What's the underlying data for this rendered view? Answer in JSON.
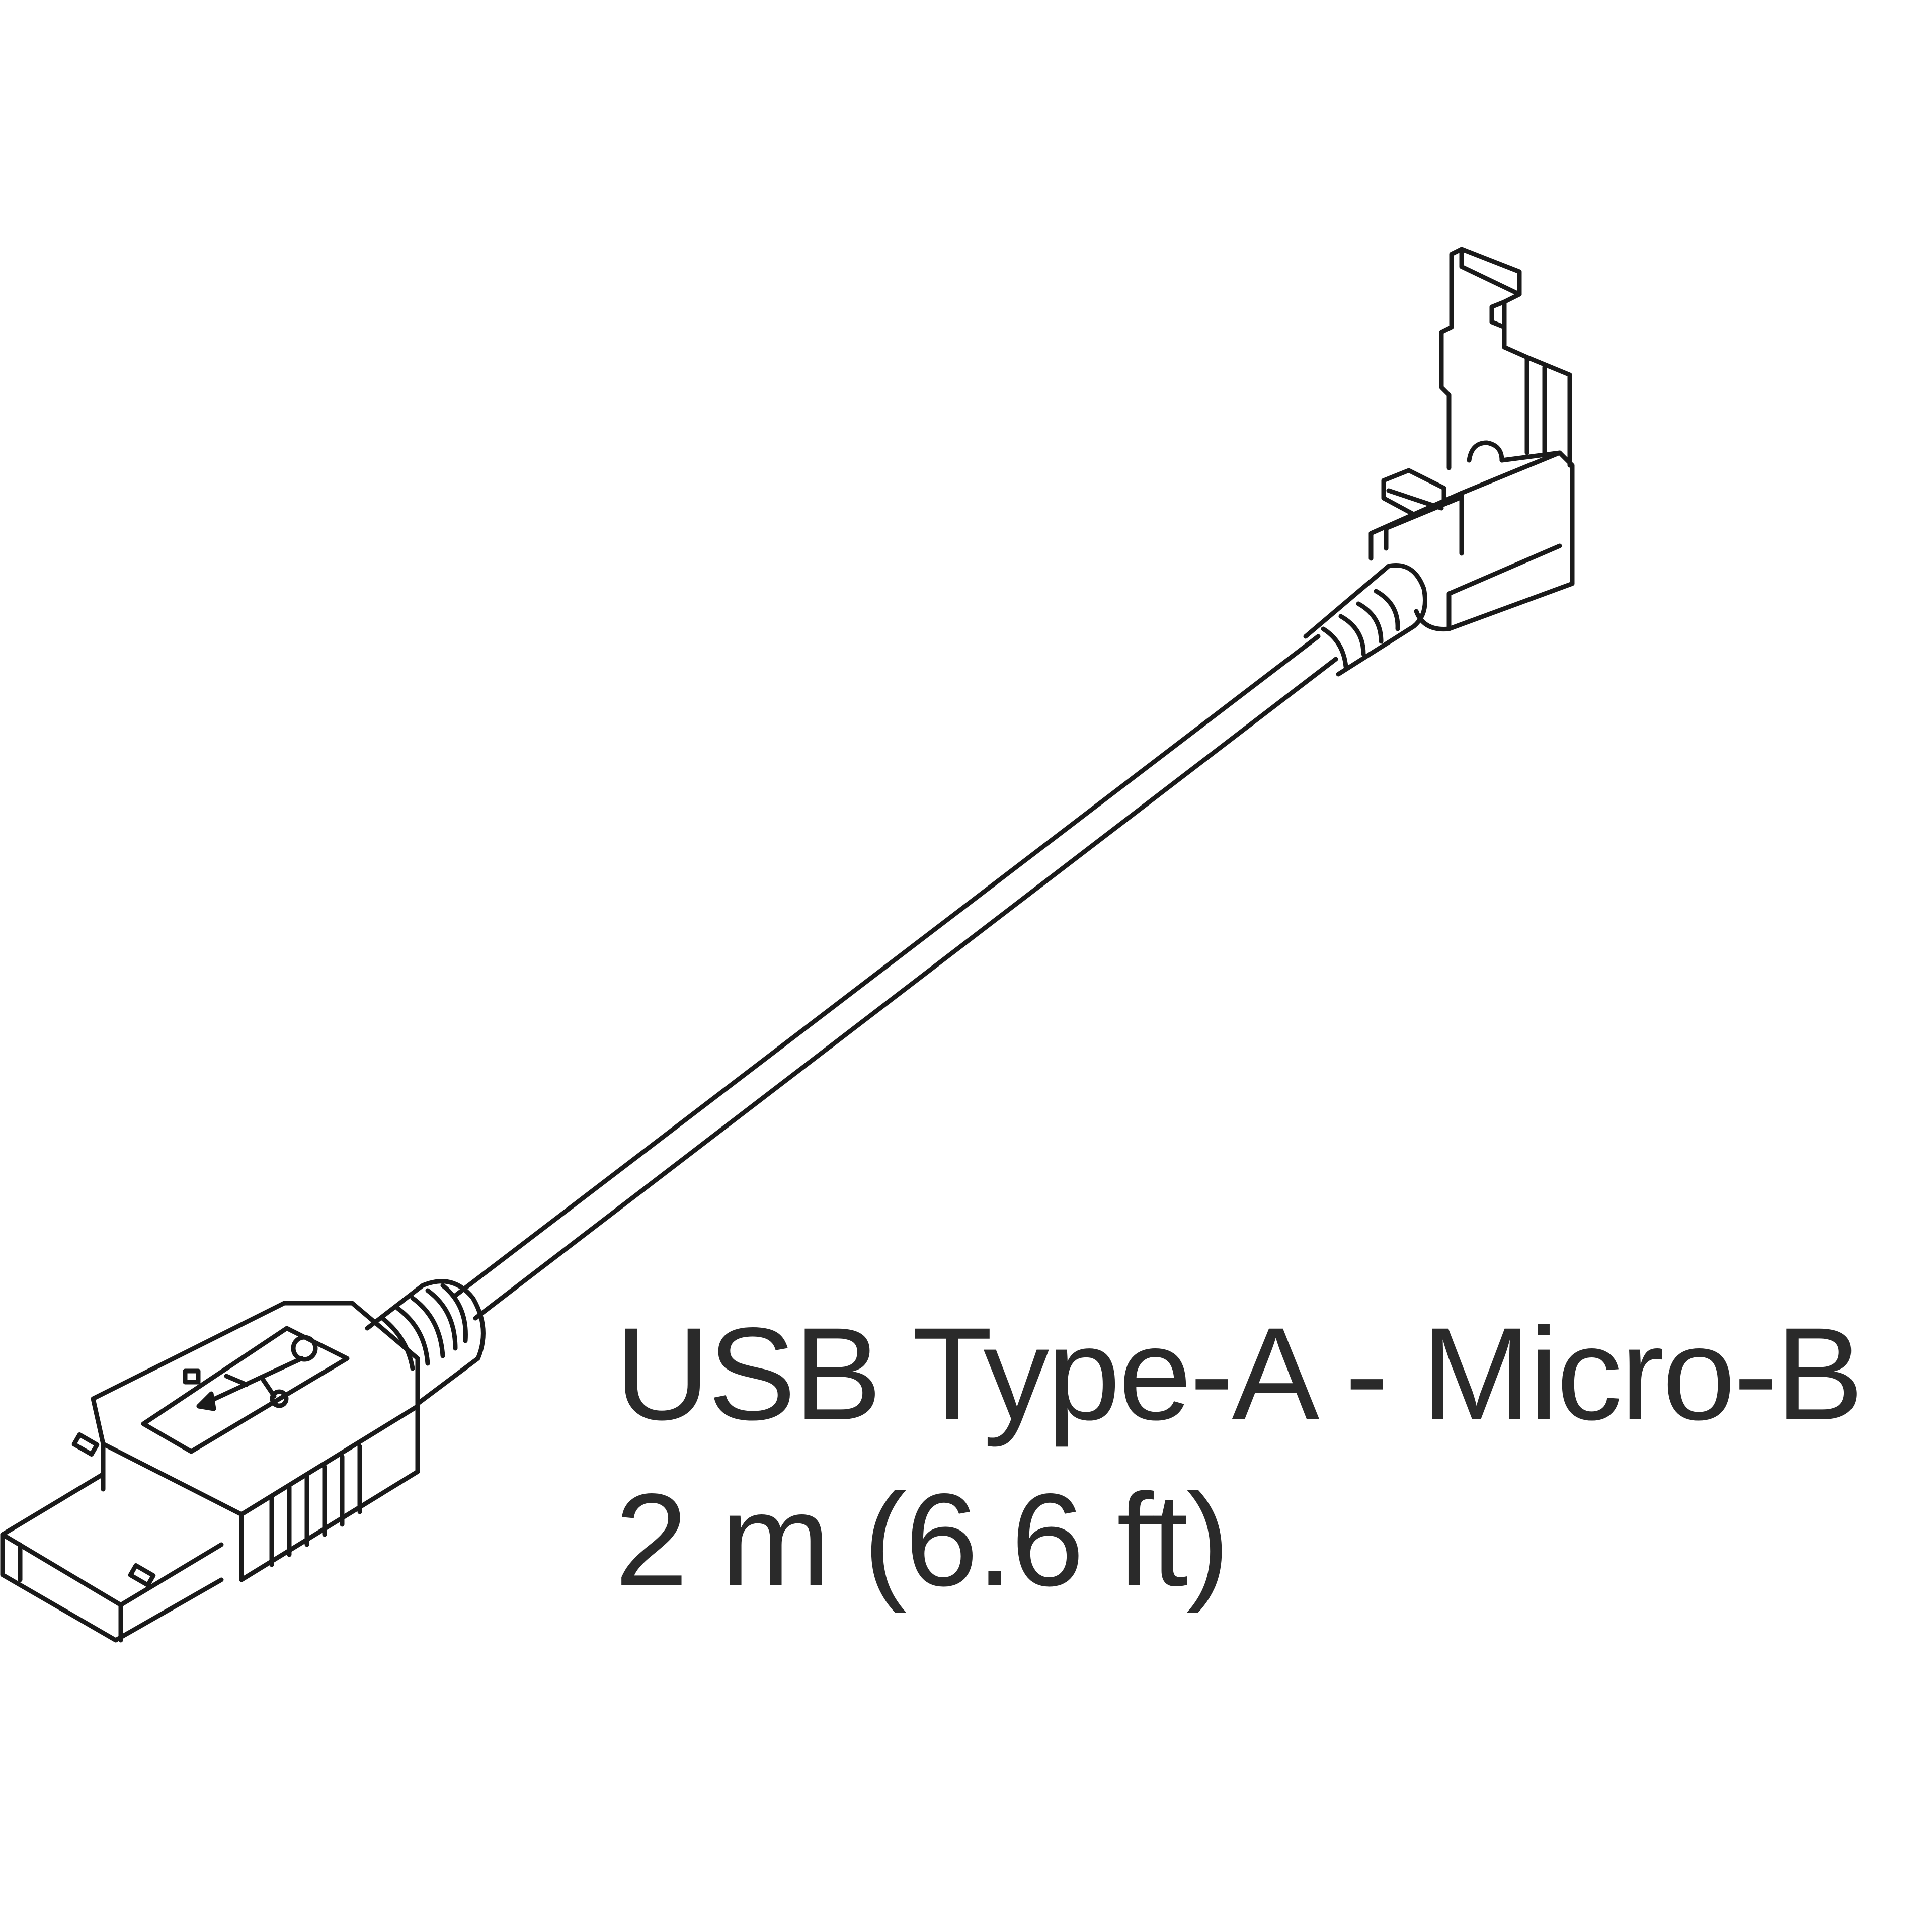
{
  "diagram": {
    "type": "product line drawing",
    "subject": "USB cable",
    "stroke_color": "#1a1a1a",
    "background": "#ffffff",
    "components": [
      {
        "name": "usb-type-a-connector",
        "icon": "usb-trident-symbol"
      },
      {
        "name": "cable"
      },
      {
        "name": "micro-b-connector",
        "style": "right-angle with locking clip"
      }
    ]
  },
  "label": {
    "line1": "USB Type-A - Micro-B",
    "line2": "2 m (6.6 ft)",
    "color": "#2a2a2a"
  }
}
